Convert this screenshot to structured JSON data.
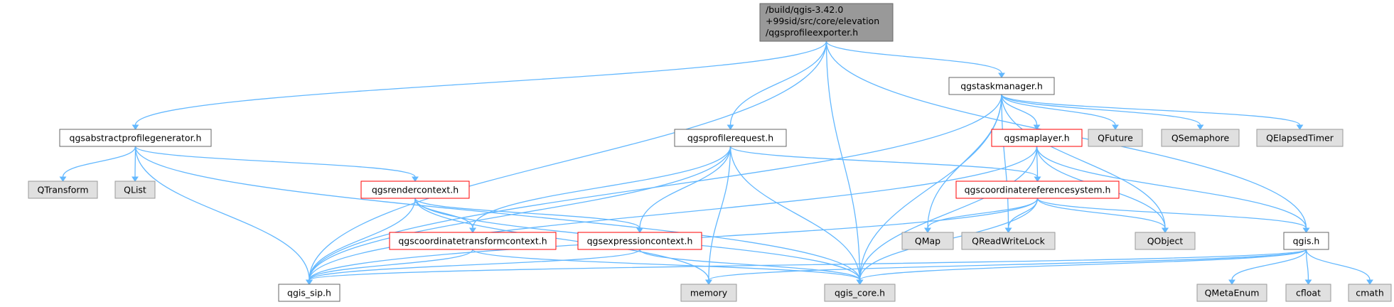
{
  "colors": {
    "edge": "#63b8ff",
    "root_fill": "#999999",
    "root_stroke": "#666666",
    "documented_fill": "#ffffff",
    "documented_stroke": "#666666",
    "expandable_fill": "#ffffff",
    "expandable_stroke": "#ff0000",
    "external_fill": "#e0e0e0",
    "external_stroke": "#999999"
  },
  "nodes": [
    {
      "id": "root",
      "kind": "root",
      "lines": [
        "/build/qgis-3.42.0",
        "+99sid/src/core/elevation",
        "/qgsprofileexporter.h"
      ]
    },
    {
      "id": "qgsabstractprofilegenerator",
      "kind": "documented",
      "lines": [
        "qgsabstractprofilegenerator.h"
      ]
    },
    {
      "id": "qgsprofilerequest",
      "kind": "documented",
      "lines": [
        "qgsprofilerequest.h"
      ]
    },
    {
      "id": "qgstaskmanager",
      "kind": "documented",
      "lines": [
        "qgstaskmanager.h"
      ]
    },
    {
      "id": "qtransform",
      "kind": "external",
      "lines": [
        "QTransform"
      ]
    },
    {
      "id": "qlist",
      "kind": "external",
      "lines": [
        "QList"
      ]
    },
    {
      "id": "qgsrendercontext",
      "kind": "expandable",
      "lines": [
        "qgsrendercontext.h"
      ]
    },
    {
      "id": "qgsmaplayer",
      "kind": "expandable",
      "lines": [
        "qgsmaplayer.h"
      ]
    },
    {
      "id": "qfuture",
      "kind": "external",
      "lines": [
        "QFuture"
      ]
    },
    {
      "id": "qsemaphore",
      "kind": "external",
      "lines": [
        "QSemaphore"
      ]
    },
    {
      "id": "qelapsedtimer",
      "kind": "external",
      "lines": [
        "QElapsedTimer"
      ]
    },
    {
      "id": "qgscoordinatereferencesystem",
      "kind": "expandable",
      "lines": [
        "qgscoordinatereferencesystem.h"
      ]
    },
    {
      "id": "qgscoordinatetransformcontext",
      "kind": "expandable",
      "lines": [
        "qgscoordinatetransformcontext.h"
      ]
    },
    {
      "id": "qgsexpressioncontext",
      "kind": "expandable",
      "lines": [
        "qgsexpressioncontext.h"
      ]
    },
    {
      "id": "qmap",
      "kind": "external",
      "lines": [
        "QMap"
      ]
    },
    {
      "id": "qreadwritelock",
      "kind": "external",
      "lines": [
        "QReadWriteLock"
      ]
    },
    {
      "id": "qobject",
      "kind": "external",
      "lines": [
        "QObject"
      ]
    },
    {
      "id": "qgis",
      "kind": "documented",
      "lines": [
        "qgis.h"
      ]
    },
    {
      "id": "qgis_sip",
      "kind": "documented",
      "lines": [
        "qgis_sip.h"
      ]
    },
    {
      "id": "memory",
      "kind": "external",
      "lines": [
        "memory"
      ]
    },
    {
      "id": "qgis_core",
      "kind": "external",
      "lines": [
        "qgis_core.h"
      ]
    },
    {
      "id": "qmetaenum",
      "kind": "external",
      "lines": [
        "QMetaEnum"
      ]
    },
    {
      "id": "cfloat",
      "kind": "external",
      "lines": [
        "cfloat"
      ]
    },
    {
      "id": "cmath",
      "kind": "external",
      "lines": [
        "cmath"
      ]
    }
  ],
  "edges": [
    [
      "root",
      "qgsabstractprofilegenerator"
    ],
    [
      "root",
      "qgsprofilerequest"
    ],
    [
      "root",
      "qgstaskmanager"
    ],
    [
      "root",
      "qgis_sip"
    ],
    [
      "root",
      "qgis_core"
    ],
    [
      "root",
      "qgis"
    ],
    [
      "qgsabstractprofilegenerator",
      "qtransform"
    ],
    [
      "qgsabstractprofilegenerator",
      "qlist"
    ],
    [
      "qgsabstractprofilegenerator",
      "qgsrendercontext"
    ],
    [
      "qgsabstractprofilegenerator",
      "qgis_sip"
    ],
    [
      "qgsabstractprofilegenerator",
      "qgis_core"
    ],
    [
      "qgsprofilerequest",
      "qgscoordinatereferencesystem"
    ],
    [
      "qgsprofilerequest",
      "qgscoordinatetransformcontext"
    ],
    [
      "qgsprofilerequest",
      "qgsexpressioncontext"
    ],
    [
      "qgsprofilerequest",
      "memory"
    ],
    [
      "qgsprofilerequest",
      "qgis_core"
    ],
    [
      "qgsprofilerequest",
      "qgis_sip"
    ],
    [
      "qgstaskmanager",
      "qgsmaplayer"
    ],
    [
      "qgstaskmanager",
      "qfuture"
    ],
    [
      "qgstaskmanager",
      "qsemaphore"
    ],
    [
      "qgstaskmanager",
      "qelapsedtimer"
    ],
    [
      "qgstaskmanager",
      "qmap"
    ],
    [
      "qgstaskmanager",
      "qreadwritelock"
    ],
    [
      "qgstaskmanager",
      "qobject"
    ],
    [
      "qgstaskmanager",
      "qgis_sip"
    ],
    [
      "qgstaskmanager",
      "qgis_core"
    ],
    [
      "qgsrendercontext",
      "qgscoordinatetransformcontext"
    ],
    [
      "qgsrendercontext",
      "qgsexpressioncontext"
    ],
    [
      "qgsrendercontext",
      "qgis_sip"
    ],
    [
      "qgsrendercontext",
      "memory"
    ],
    [
      "qgsrendercontext",
      "qgis_core"
    ],
    [
      "qgsmaplayer",
      "qgscoordinatereferencesystem"
    ],
    [
      "qgsmaplayer",
      "qobject"
    ],
    [
      "qgsmaplayer",
      "qgis"
    ],
    [
      "qgsmaplayer",
      "qgis_sip"
    ],
    [
      "qgsmaplayer",
      "qgis_core"
    ],
    [
      "qgscoordinatereferencesystem",
      "qmap"
    ],
    [
      "qgscoordinatereferencesystem",
      "qreadwritelock"
    ],
    [
      "qgscoordinatereferencesystem",
      "qobject"
    ],
    [
      "qgscoordinatereferencesystem",
      "qgis"
    ],
    [
      "qgscoordinatereferencesystem",
      "qgis_sip"
    ],
    [
      "qgscoordinatereferencesystem",
      "qgis_core"
    ],
    [
      "qgscoordinatetransformcontext",
      "qgis_sip"
    ],
    [
      "qgscoordinatetransformcontext",
      "qgis_core"
    ],
    [
      "qgsexpressioncontext",
      "qgis_sip"
    ],
    [
      "qgsexpressioncontext",
      "qgis_core"
    ],
    [
      "qgis",
      "qmetaenum"
    ],
    [
      "qgis",
      "cfloat"
    ],
    [
      "qgis",
      "cmath"
    ],
    [
      "qgis",
      "memory"
    ],
    [
      "qgis",
      "qgis_sip"
    ],
    [
      "qgis",
      "qgis_core"
    ]
  ]
}
